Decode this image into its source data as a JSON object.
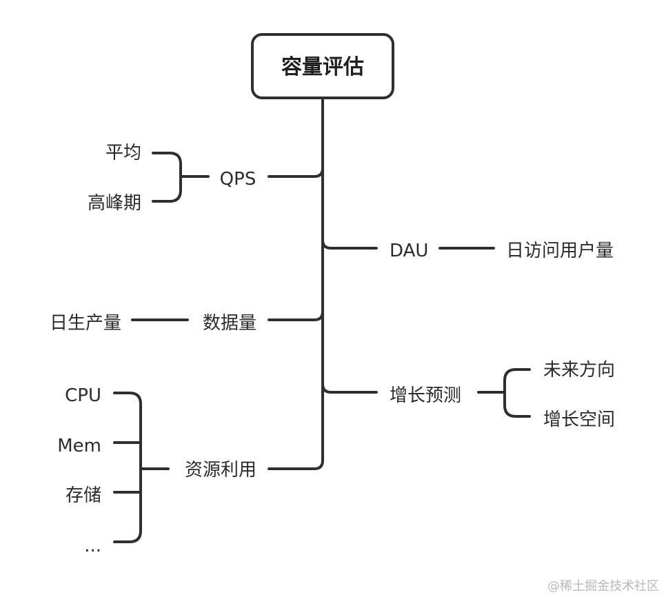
{
  "root": {
    "label": "容量评估"
  },
  "branches": {
    "qps": {
      "label": "QPS",
      "children": [
        "平均",
        "高峰期"
      ]
    },
    "dau": {
      "label": "DAU",
      "child": "日访问用户量"
    },
    "data_volume": {
      "label": "数据量",
      "child": "日生产量"
    },
    "growth": {
      "label": "增长预测",
      "children": [
        "未来方向",
        "增长空间"
      ]
    },
    "resources": {
      "label": "资源利用",
      "children": [
        "CPU",
        "Mem",
        "存储",
        "..."
      ]
    }
  },
  "watermark": "@稀土掘金技术社区",
  "colors": {
    "line": "#2f2f2f",
    "text": "#2b2b2b",
    "watermark": "#b9b9b9",
    "background": "#ffffff"
  }
}
